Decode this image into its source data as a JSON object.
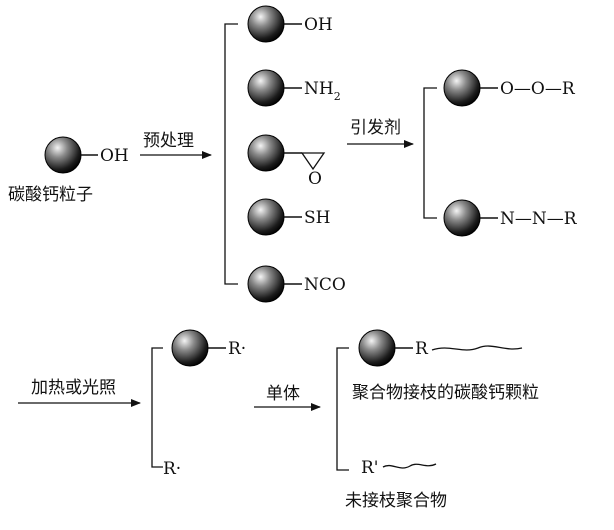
{
  "start": {
    "group": "OH",
    "caption": "碳酸钙粒子"
  },
  "step1_label": "预处理",
  "pretreated": {
    "oh": "OH",
    "nh_main": "NH",
    "nh_sub": "2",
    "epoxide_o": "O",
    "sh": "SH",
    "nco": "NCO"
  },
  "step2_label": "引发剂",
  "initiators": {
    "peroxide": "O—O—R",
    "azo": "N—N—R"
  },
  "step3_label": "加热或光照",
  "radicals": {
    "surface_radical": "R·",
    "free_radical": "R·"
  },
  "step4_label": "单体",
  "products": {
    "grafted_r": "R",
    "grafted_caption": "聚合物接枝的碳酸钙颗粒",
    "free_r": "R'",
    "free_caption": "未接枝聚合物"
  }
}
